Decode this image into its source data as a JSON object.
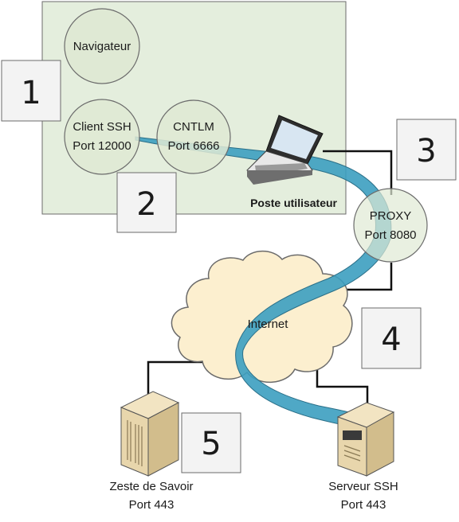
{
  "nodes": {
    "navigateur": "Navigateur",
    "client_ssh": [
      "Client SSH",
      "Port 12000"
    ],
    "cntlm": [
      "CNTLM",
      "Port 6666"
    ],
    "proxy": [
      "PROXY",
      "Port 8080"
    ],
    "internet": "Internet",
    "zeste": [
      "Zeste de Savoir",
      "Port 443"
    ],
    "serveur": [
      "Serveur SSH",
      "Port 443"
    ]
  },
  "poste_label": "Poste utilisateur",
  "steps": [
    "1",
    "2",
    "3",
    "4",
    "5"
  ],
  "colors": {
    "poste_bg": "#e4eedd",
    "poste_label": "#77b24a",
    "circle_fill": "#dfe9d4",
    "tunnel": "#3c9ec0",
    "cloud": "#fcefcf",
    "box_fill": "#f3f3f3"
  }
}
